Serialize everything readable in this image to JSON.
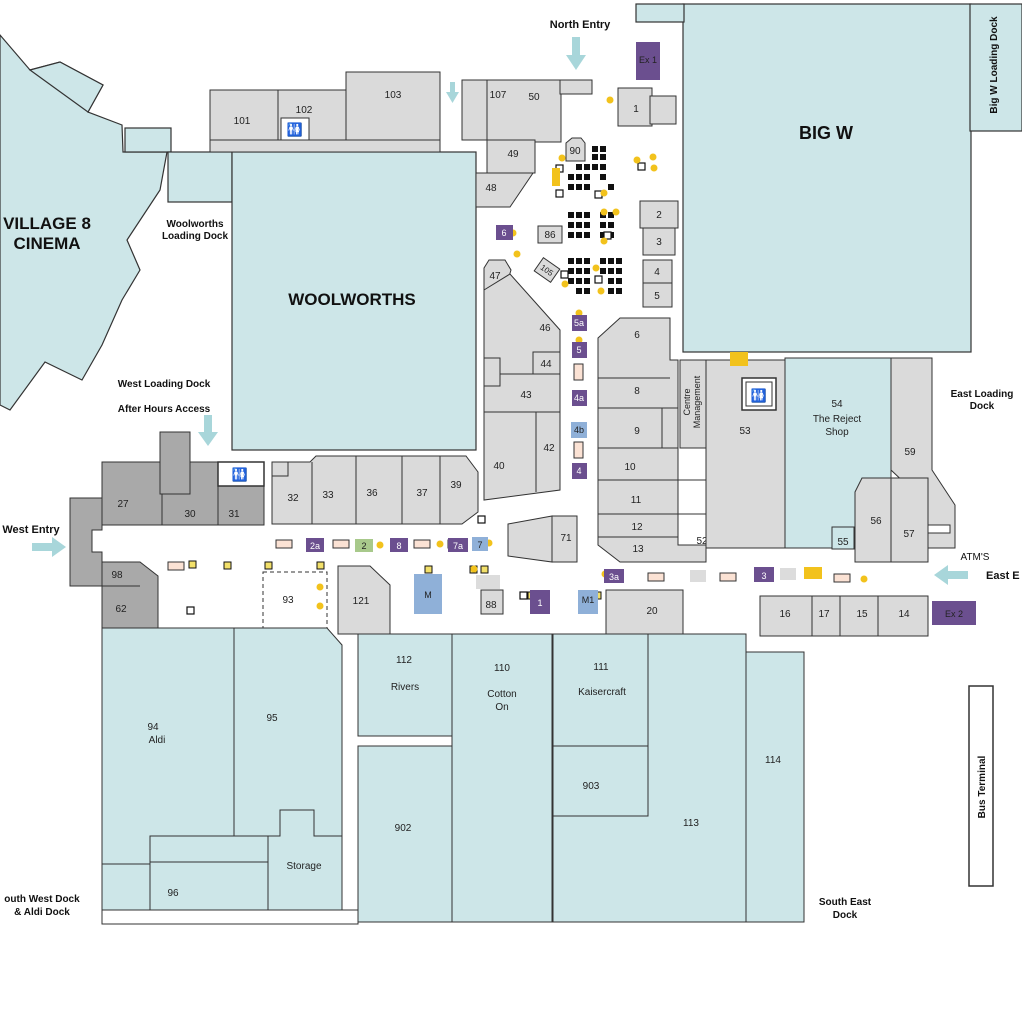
{
  "colors": {
    "anchor_fill": "#cde6e8",
    "shop_fill": "#dadada",
    "dark_fill": "#a9a9a9",
    "outline": "#333333",
    "kiosk_purple": "#6b4f8f",
    "kiosk_blue": "#8fb0d8",
    "atm_yellow": "#f2c21c",
    "arrow": "#a8d6da"
  },
  "anchors": {
    "village8": [
      "VILLAGE 8",
      "CINEMA"
    ],
    "woolworths": "WOOLWORTHS",
    "bigw": "BIG W"
  },
  "tenants": {
    "t101": "101",
    "t102": "102",
    "t103": "103",
    "t107": "107",
    "t50": "50",
    "t1": "1",
    "t49": "49",
    "t48": "48",
    "t90": "90",
    "t86": "86",
    "t105": "105",
    "t47": "47",
    "t46": "46",
    "t44": "44",
    "t43": "43",
    "t40": "40",
    "t42": "42",
    "t2": "2",
    "t3": "3",
    "t4": "4",
    "t5": "5",
    "t6": "6",
    "t8": "8",
    "t9": "9",
    "t10": "10",
    "t11": "11",
    "t12": "12",
    "t13": "13",
    "t52": "52",
    "t53": "53",
    "t54": [
      "54",
      "The Reject",
      "Shop"
    ],
    "t59": "59",
    "t56": "56",
    "t57": "57",
    "t55": "55",
    "t27": "27",
    "t30": "30",
    "t31": "31",
    "t32": "32",
    "t33": "33",
    "t36": "36",
    "t37": "37",
    "t39": "39",
    "t71": "71",
    "t98": "98",
    "t62": "62",
    "t93": "93",
    "t121": "121",
    "t88": "88",
    "t20": "20",
    "t16": "16",
    "t17": "17",
    "t15": "15",
    "t14": "14",
    "t112": [
      "112",
      "Rivers"
    ],
    "t110": [
      "110",
      "Cotton",
      "On"
    ],
    "t111": [
      "111",
      "Kaisercraft"
    ],
    "t903": "903",
    "t902": "902",
    "t113": "113",
    "t114": "114",
    "t94": [
      "94",
      "Aldi"
    ],
    "t95": "95",
    "t96": "96",
    "storage": "Storage",
    "centre_mgmt": [
      "Centre",
      "Management"
    ]
  },
  "kiosks": {
    "ex1": "Ex 1",
    "ex2": "Ex 2",
    "k6": "6",
    "k5a": "5a",
    "k5": "5",
    "k4a": "4a",
    "k4b": "4b",
    "k4": "4",
    "k2a": "2a",
    "k2": "2",
    "k8": "8",
    "k7a": "7a",
    "k7": "7",
    "km": "M",
    "k1": "1",
    "km1": "M1",
    "k3a": "3a",
    "k3": "3"
  },
  "labels": {
    "north_entry": "North Entry",
    "woolworths_dock": [
      "Woolworths",
      "Loading Dock"
    ],
    "west_loading_dock": "West Loading Dock",
    "after_hours": "After Hours Access",
    "west_entry": "West Entry",
    "east_loading_dock": [
      "East Loading",
      "Dock"
    ],
    "atms": "ATM'S",
    "east_entry": "East E",
    "bigw_dock": "Big W Loading Dock",
    "bus_terminal": "Bus Terminal",
    "south_west_dock": [
      "outh West Dock",
      "& Aldi Dock"
    ],
    "south_east_dock": [
      "South East",
      "Dock"
    ]
  }
}
